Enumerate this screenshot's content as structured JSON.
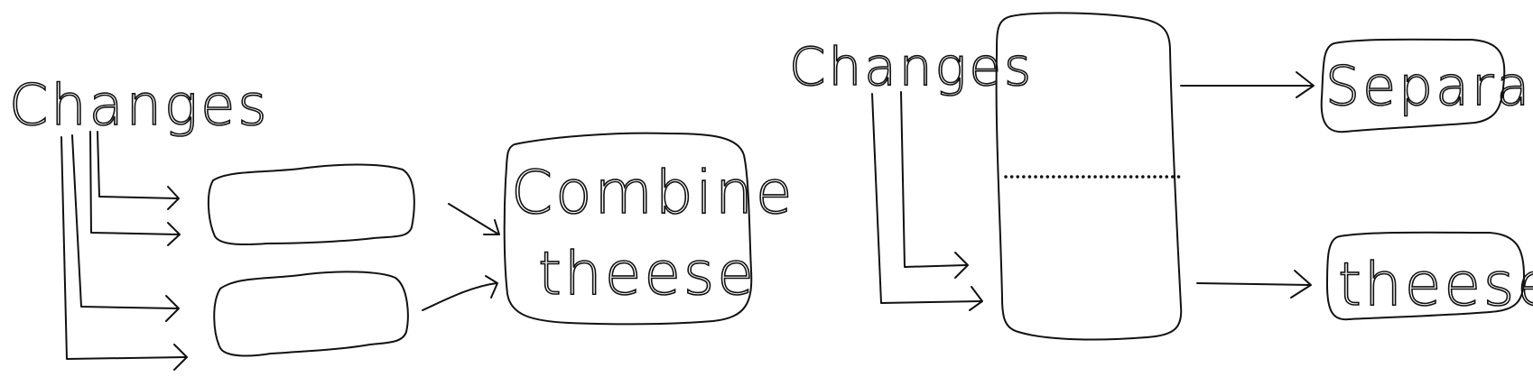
{
  "left_diagram": {
    "source_label": "Changes",
    "target_line_1": "Combine",
    "target_line_2": "theese"
  },
  "right_diagram": {
    "source_label": "Changes",
    "target_top": "Separate",
    "target_bottom": "theese"
  },
  "colors": {
    "ink": "#111111",
    "background": "#ffffff"
  }
}
